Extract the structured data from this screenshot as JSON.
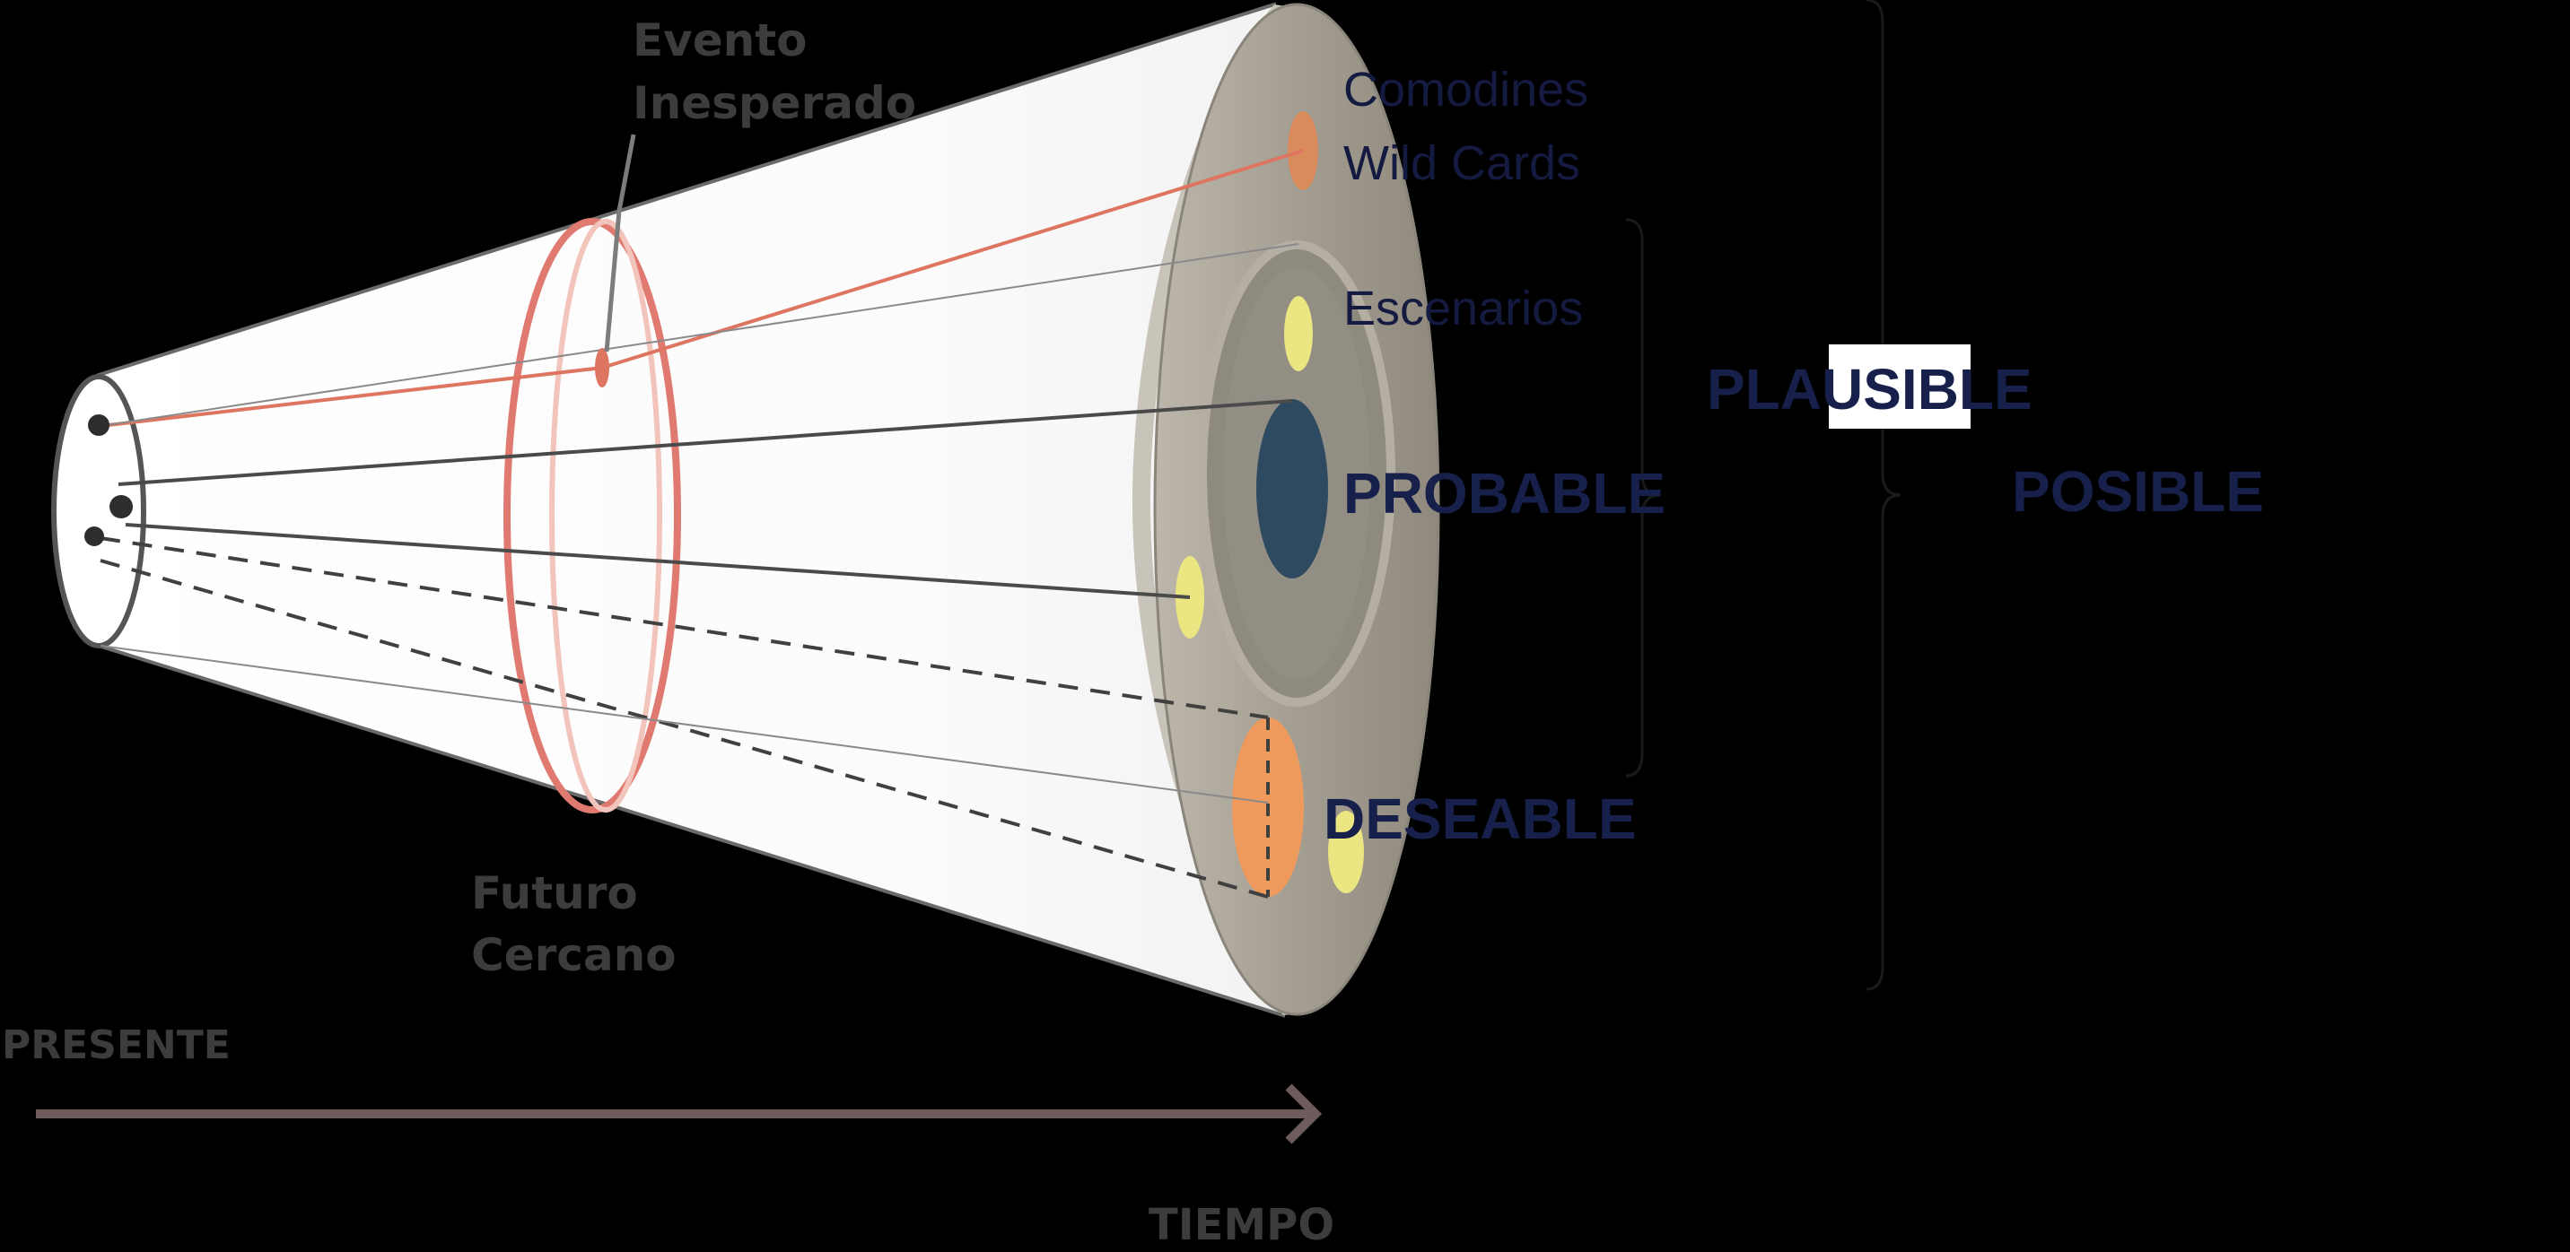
{
  "labels": {
    "evento_line1": "Evento",
    "evento_line2": "Inesperado",
    "futuro_line1": "Futuro",
    "futuro_line2": "Cercano",
    "presente": "PRESENTE",
    "tiempo": "TIEMPO",
    "comodines_line1": "Comodines",
    "comodines_line2": "Wild Cards",
    "escenarios": "Escenarios",
    "probable": "PROBABLE",
    "deseable": "DESEABLE",
    "plausible": "PLAUSIBLE",
    "posible": "POSIBLE"
  },
  "colors": {
    "background": "#000000",
    "cone_fill": "#ffffff",
    "disk_outer": "#a49e92",
    "disk_inner": "#918c82",
    "probable": "#2e4a60",
    "escenario": "#ebe582",
    "deseable": "#ee9a5c",
    "comodin": "#d98b5c",
    "evento": "#de7560",
    "near_future_ring": "#e07a70",
    "time_arrow": "#6e5c5c",
    "label_navy": "#141a40"
  }
}
